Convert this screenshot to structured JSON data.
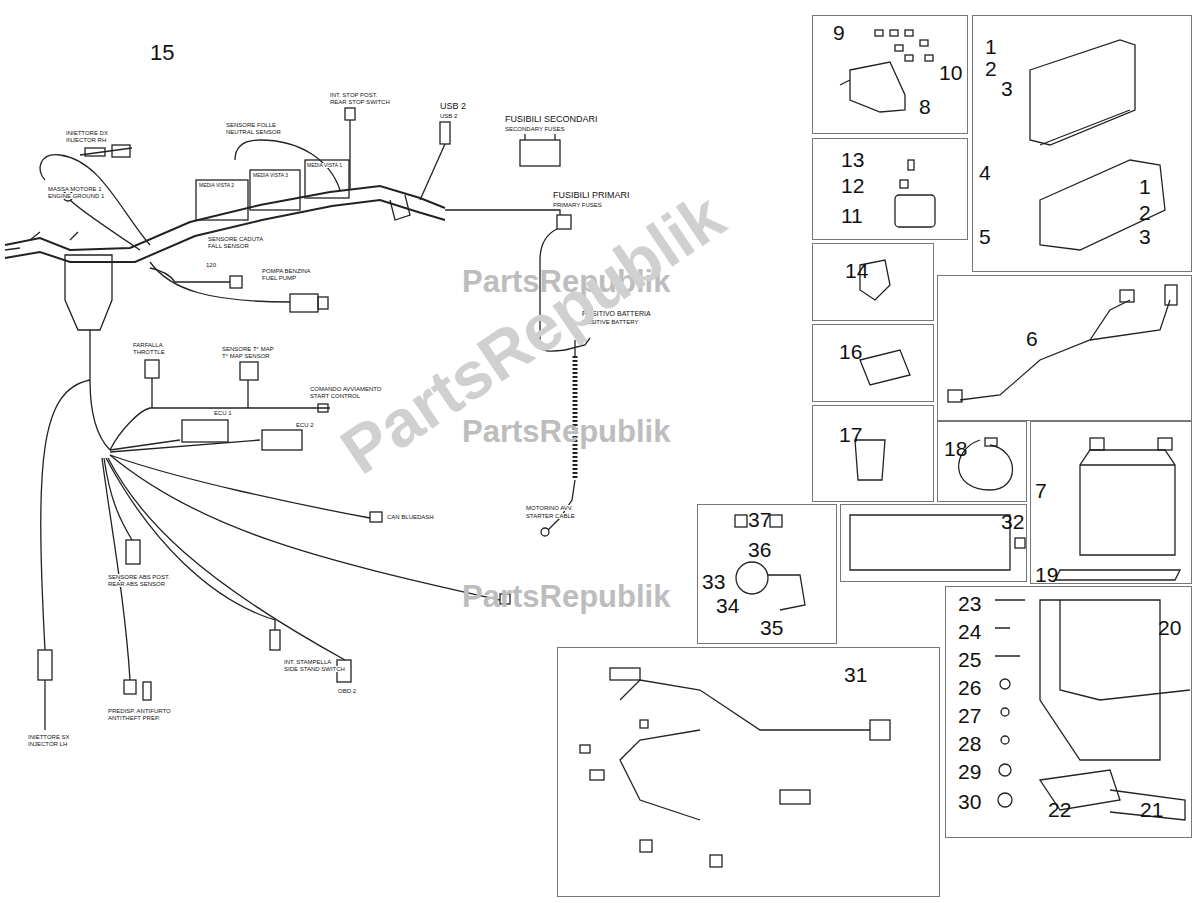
{
  "diagram": {
    "nodes": [
      {
        "text": [
          "9",
          "10",
          "8"
        ]
      },
      {
        "text": [
          "1",
          "2",
          "3",
          "4",
          "1",
          "2",
          "3",
          "5"
        ]
      },
      {
        "text": [
          "13",
          "12",
          "11"
        ]
      },
      {
        "text": [
          "14"
        ]
      },
      {
        "text": [
          "6"
        ]
      },
      {
        "text": [
          "16"
        ]
      },
      {
        "text": [
          "17"
        ]
      },
      {
        "text": [
          "18"
        ]
      },
      {
        "text": [
          "7",
          "19"
        ]
      },
      {
        "text": [
          "37",
          "36",
          "33",
          "34",
          "35"
        ]
      },
      {
        "text": [
          "32"
        ]
      },
      {
        "text": [
          "31"
        ]
      },
      {
        "text": [
          "23",
          "24",
          "25",
          "26",
          "27",
          "28",
          "29",
          "30",
          "20",
          "22",
          "21"
        ]
      }
    ],
    "labels": [
      "15",
      "INIETTORE DX",
      "INJECTOR RH",
      "MASSA MOTORE 1",
      "ENGINE GROUND 1",
      "SENSORE FOLLE",
      "NEUTRAL SENSOR",
      "INT. STOP POST.",
      "REAR STOP SWITCH",
      "USB 2",
      "USB 2",
      "FUSIBILI SECONDARI",
      "SECONDARY FUSES",
      "MEDIA VISTA 2",
      "MEDIA VISTA 3",
      "MEDIA VISTA 1",
      "FUSIBILI PRIMARI",
      "PRIMARY FUSES",
      "SENSORE CADUTA",
      "FALL SENSOR",
      "POMPA BENZINA",
      "FUEL PUMP",
      "120",
      "POSITIVO BATTERIA",
      "POSITIVE BATTERY",
      "FARFALLA",
      "THROTTLE",
      "SENSORE T° MAP",
      "T° MAP SENSOR",
      "COMANDO AVVIAMENTO",
      "START CONTROL",
      "ECU 1",
      "ECU 2",
      "CAN BLUEDASH",
      "MOTORINO AVV.",
      "STARTER CABLE",
      "SENSORE ABS POST.",
      "REAR ABS SENSOR",
      "INT. STAMPELLA",
      "SIDE STAND SWITCH",
      "OBD 2",
      "PREDISP. ANTIFURTO",
      "ANTITHEFT PREP.",
      "INIETTORE SX",
      "INJECTOR LH",
      "PartsRepublik",
      "PartsRepublik",
      "PartsRepublik",
      "PartsRepublik"
    ]
  }
}
